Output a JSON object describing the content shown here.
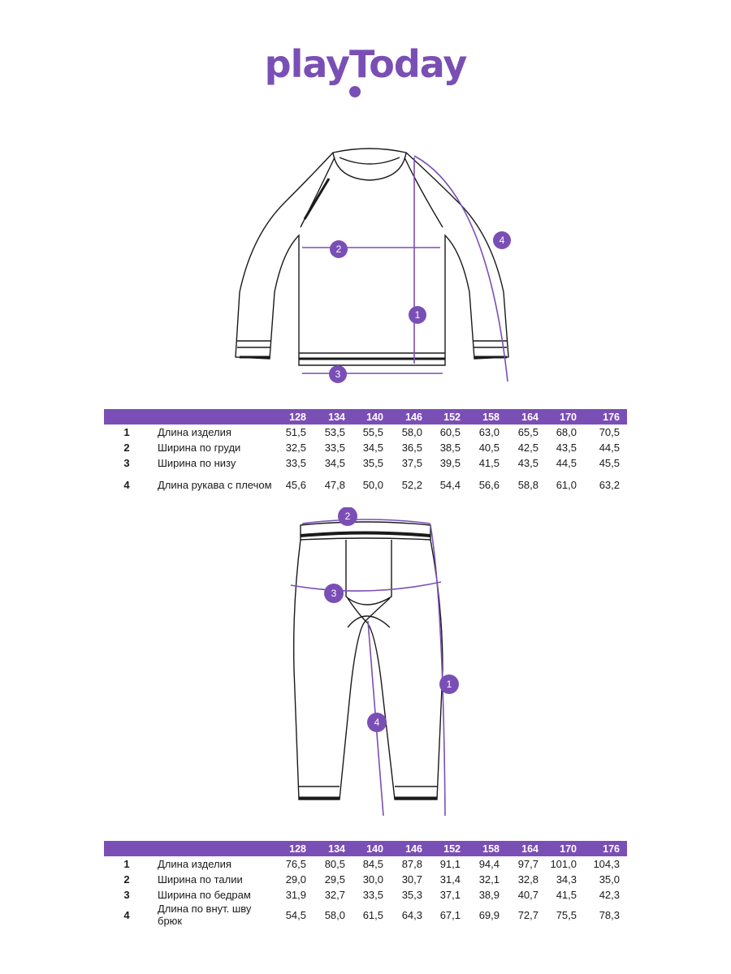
{
  "brand": {
    "name": "playToday"
  },
  "colors": {
    "accent": "#7a4fb5",
    "line": "#1a1a1a"
  },
  "top_diagram": {
    "markers": [
      "1",
      "2",
      "3",
      "4"
    ]
  },
  "top_table": {
    "sizes": [
      "128",
      "134",
      "140",
      "146",
      "152",
      "158",
      "164",
      "170",
      "176"
    ],
    "rows": [
      {
        "num": "1",
        "label": "Длина изделия",
        "values": [
          "51,5",
          "53,5",
          "55,5",
          "58,0",
          "60,5",
          "63,0",
          "65,5",
          "68,0",
          "70,5"
        ]
      },
      {
        "num": "2",
        "label": "Ширина по груди",
        "values": [
          "32,5",
          "33,5",
          "34,5",
          "36,5",
          "38,5",
          "40,5",
          "42,5",
          "43,5",
          "44,5"
        ]
      },
      {
        "num": "3",
        "label": "Ширина по низу",
        "values": [
          "33,5",
          "34,5",
          "35,5",
          "37,5",
          "39,5",
          "41,5",
          "43,5",
          "44,5",
          "45,5"
        ]
      },
      {
        "num": "4",
        "label": "Длина рукава с плечом",
        "values": [
          "45,6",
          "47,8",
          "50,0",
          "52,2",
          "54,4",
          "56,6",
          "58,8",
          "61,0",
          "63,2"
        ]
      }
    ]
  },
  "bottom_diagram": {
    "markers": [
      "1",
      "2",
      "3",
      "4"
    ]
  },
  "bottom_table": {
    "sizes": [
      "128",
      "134",
      "140",
      "146",
      "152",
      "158",
      "164",
      "170",
      "176"
    ],
    "rows": [
      {
        "num": "1",
        "label": "Длина изделия",
        "values": [
          "76,5",
          "80,5",
          "84,5",
          "87,8",
          "91,1",
          "94,4",
          "97,7",
          "101,0",
          "104,3"
        ]
      },
      {
        "num": "2",
        "label": "Ширина по талии",
        "values": [
          "29,0",
          "29,5",
          "30,0",
          "30,7",
          "31,4",
          "32,1",
          "32,8",
          "34,3",
          "35,0"
        ]
      },
      {
        "num": "3",
        "label": "Ширина по бедрам",
        "values": [
          "31,9",
          "32,7",
          "33,5",
          "35,3",
          "37,1",
          "38,9",
          "40,7",
          "41,5",
          "42,3"
        ]
      },
      {
        "num": "4",
        "label_line1": "Длина по внут. шву",
        "label_line2": "брюк",
        "values": [
          "54,5",
          "58,0",
          "61,5",
          "64,3",
          "67,1",
          "69,9",
          "72,7",
          "75,5",
          "78,3"
        ]
      }
    ]
  }
}
